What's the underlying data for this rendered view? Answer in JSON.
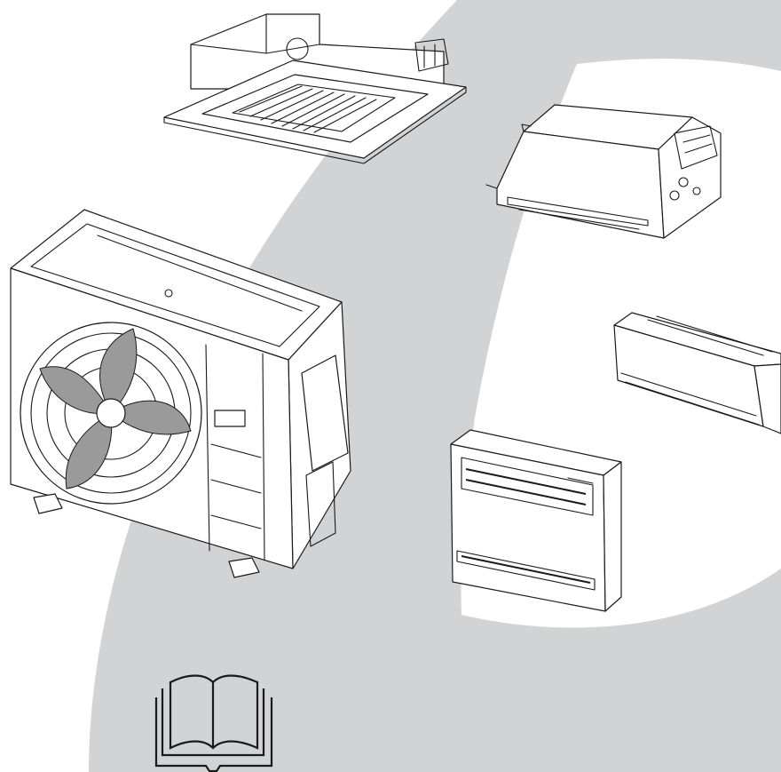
{
  "colors": {
    "background": "#ffffff",
    "band": "#d2d3d5",
    "lines": "#1a1a1a"
  },
  "illustrations": [
    {
      "name": "cassette-indoor-unit",
      "icon": "ceiling-cassette-icon"
    },
    {
      "name": "duct-indoor-unit",
      "icon": "ducted-unit-icon"
    },
    {
      "name": "outdoor-unit",
      "icon": "outdoor-condenser-icon"
    },
    {
      "name": "wall-mounted-indoor-unit",
      "icon": "wall-split-icon"
    },
    {
      "name": "floor-console-indoor-unit",
      "icon": "floor-console-icon"
    },
    {
      "name": "manual",
      "icon": "open-book-icon"
    }
  ]
}
